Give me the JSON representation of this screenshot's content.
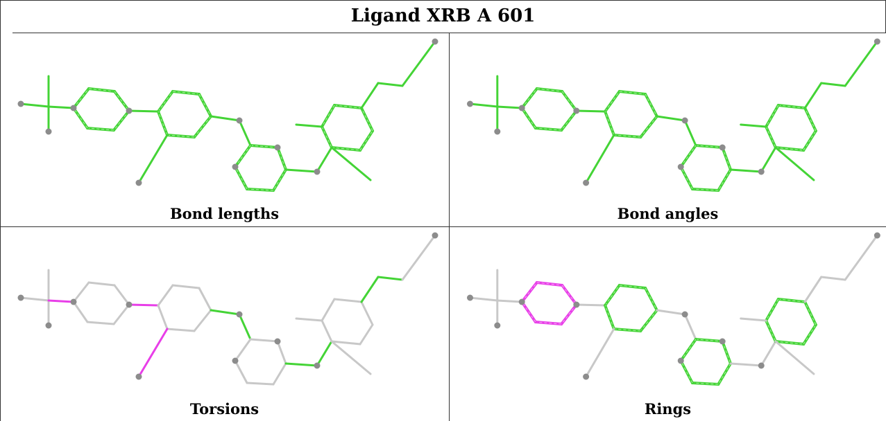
{
  "title": "Ligand XRB A 601",
  "colors": {
    "green": "#44d436",
    "magenta": "#e83ee8",
    "grey": "#c8c8c8",
    "atom": "#8c8c8c",
    "border": "#333333"
  },
  "panels": [
    {
      "caption": "Bond lengths",
      "mode": "all-green"
    },
    {
      "caption": "Bond angles",
      "mode": "all-green"
    },
    {
      "caption": "Torsions",
      "mode": "torsions"
    },
    {
      "caption": "Rings",
      "mode": "rings"
    }
  ]
}
